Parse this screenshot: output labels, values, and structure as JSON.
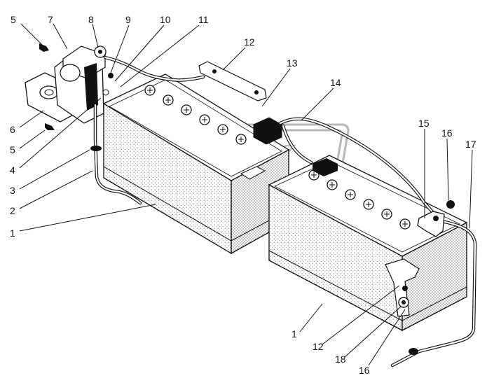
{
  "diagram": {
    "callouts": [
      {
        "id": "c5a",
        "text": "5"
      },
      {
        "id": "c7",
        "text": "7"
      },
      {
        "id": "c8",
        "text": "8"
      },
      {
        "id": "c9",
        "text": "9"
      },
      {
        "id": "c10",
        "text": "10"
      },
      {
        "id": "c11",
        "text": "11"
      },
      {
        "id": "c12a",
        "text": "12"
      },
      {
        "id": "c13",
        "text": "13"
      },
      {
        "id": "c14",
        "text": "14"
      },
      {
        "id": "c15",
        "text": "15"
      },
      {
        "id": "c16a",
        "text": "16"
      },
      {
        "id": "c17",
        "text": "17"
      },
      {
        "id": "c6",
        "text": "6"
      },
      {
        "id": "c5b",
        "text": "5"
      },
      {
        "id": "c4",
        "text": "4"
      },
      {
        "id": "c3",
        "text": "3"
      },
      {
        "id": "c2",
        "text": "2"
      },
      {
        "id": "c1a",
        "text": "1"
      },
      {
        "id": "c1b",
        "text": "1"
      },
      {
        "id": "c12b",
        "text": "12"
      },
      {
        "id": "c18",
        "text": "18"
      },
      {
        "id": "c16b",
        "text": "16"
      }
    ],
    "terminal_symbol": "+"
  }
}
